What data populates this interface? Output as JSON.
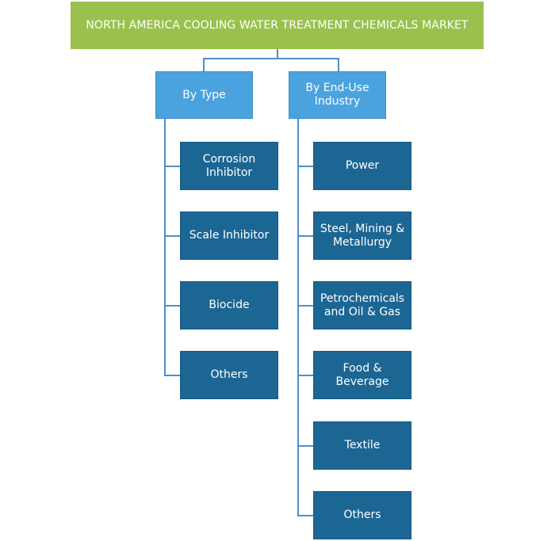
{
  "title": "NORTH AMERICA COOLING WATER TREATMENT CHEMICALS MARKET",
  "colors": {
    "title_bg": "#9ac14d",
    "category_bg": "#4aa3df",
    "leaf_bg": "#1c6694",
    "connector": "#4f8fc9",
    "text": "#ffffff"
  },
  "categories": [
    {
      "label": "By Type",
      "items": [
        "Corrosion\nInhibitor",
        "Scale Inhibitor",
        "Biocide",
        "Others"
      ]
    },
    {
      "label": "By End-Use\nIndustry",
      "items": [
        "Power",
        "Steel, Mining &\nMetallurgy",
        "Petrochemicals\nand Oil & Gas",
        "Food &\nBeverage",
        "Textile",
        "Others"
      ]
    }
  ]
}
